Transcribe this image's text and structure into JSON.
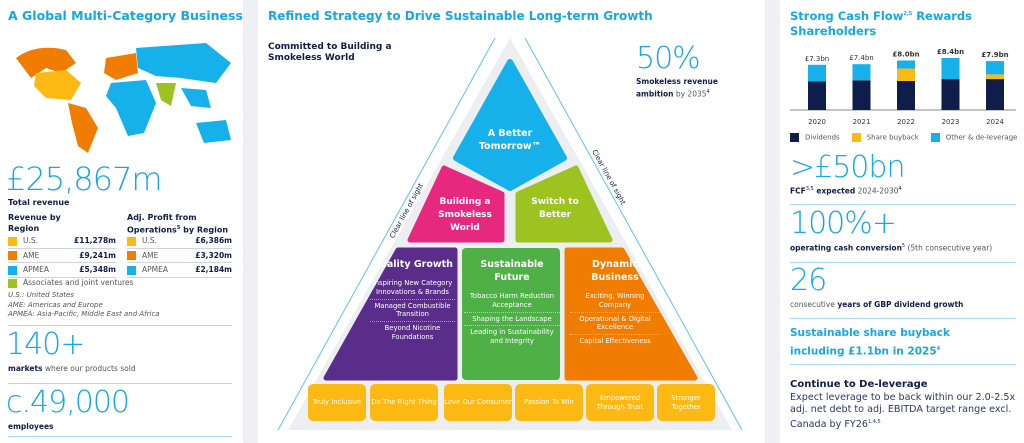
{
  "left": {
    "title": "A Global Multi-Category Business",
    "total_revenue": "£25,867m",
    "total_revenue_label": "Total revenue",
    "revenue_heading": "Revenue by Region",
    "profit_heading": "Adj. Profit from Operations",
    "profit_heading_sup": "5",
    "profit_heading_tail": " by Region",
    "revenue": [
      {
        "region": "U.S.",
        "value": "£11,278m",
        "color": "#fdb913"
      },
      {
        "region": "AME",
        "value": "£9,241m",
        "color": "#f07d00"
      },
      {
        "region": "APMEA",
        "value": "£5,348m",
        "color": "#16b1ea"
      }
    ],
    "profit": [
      {
        "region": "U.S.",
        "value": "£6,386m",
        "color": "#fdb913"
      },
      {
        "region": "AME",
        "value": "£3,320m",
        "color": "#f07d00"
      },
      {
        "region": "APMEA",
        "value": "£2,184m",
        "color": "#16b1ea"
      }
    ],
    "associates": "Associates and joint ventures",
    "associates_color": "#9cc31f",
    "notes": [
      "U.S.: United States",
      "AME: Americas and Europe",
      "APMEA: Asia-Pacific, Middle East and Africa"
    ],
    "markets_value": "140+",
    "markets_bold": "markets",
    "markets_rest": " where our products sold",
    "employees_value": "c.49,000",
    "employees_label": "employees"
  },
  "center": {
    "title": "Refined Strategy to Drive Sustainable Long-term Growth",
    "commit": "Committed to Building a Smokeless World",
    "pct": "50%",
    "pct_bold": "Smokeless revenue ambition",
    "pct_rest": " by 2035",
    "pct_sup": "4",
    "line_of_sight": "Clear line of sight",
    "apex": "A Better Tomorrow™",
    "left_mid": "Building a Smokeless World",
    "right_mid": "Switch to Better",
    "pillars": [
      {
        "title": "Quality Growth",
        "items": [
          "Inspiring New Category Innovations & Brands",
          "Managed Combustible Transition",
          "Beyond Nicotine Foundations"
        ]
      },
      {
        "title": "Sustainable Future",
        "items": [
          "Tobacco Harm Reduction Acceptance",
          "Shaping the Landscape",
          "Leading in Sustainability and Integrity"
        ]
      },
      {
        "title": "Dynamic Business",
        "items": [
          "Exciting, Winning Company",
          "Operational & Digital Excellence",
          "Capital Effectiveness"
        ]
      }
    ],
    "values": [
      "Truly Inclusive",
      "Do The Right Thing",
      "Love Our Consumer",
      "Passion To Win",
      "Empowered Through Trust",
      "Stronger Together"
    ]
  },
  "right": {
    "title": "Strong Cash Flow",
    "title_sup": "2,5",
    "title_tail": " Rewards Shareholders",
    "fcf_value": ">£50bn",
    "fcf_label": "FCF",
    "fcf_sup": "3,5",
    "fcf_bold": " expected",
    "fcf_rest": " 2024-2030",
    "fcf_sup2": "4",
    "conv_value": "100%+",
    "conv_bold": "operating cash conversion",
    "conv_sup": "5",
    "conv_rest": " (5th consecutive year)",
    "div_value": "26",
    "div_rest": "consecutive ",
    "div_bold": "years of GBP dividend growth",
    "buyback": "Sustainable share buyback including £1.1bn in 2025",
    "buyback_sup": "4",
    "delev_title": "Continue to De-leverage",
    "delev_text": "Expect leverage to be back within our 2.0-2.5x adj. net debt to adj. EBITDA target range excl. Canada by FY26",
    "delev_sup": "1,4,5"
  },
  "chart_data": {
    "type": "bar",
    "stacked": true,
    "categories": [
      "2020",
      "2021",
      "2022",
      "2023",
      "2024"
    ],
    "totals": [
      "£7.3bn",
      "£7.4bn",
      "£8.0bn",
      "£8.4bn",
      "£7.9bn"
    ],
    "series": [
      {
        "name": "Dividends",
        "color": "#0e1d4a",
        "values": [
          4.6,
          4.8,
          4.7,
          5.0,
          5.0
        ]
      },
      {
        "name": "Share buyback",
        "color": "#fdb913",
        "values": [
          0,
          0,
          2.0,
          0,
          0.75
        ]
      },
      {
        "name": "Other & de-leverage",
        "color": "#16b1ea",
        "values": [
          2.7,
          2.6,
          1.3,
          3.4,
          2.15
        ]
      }
    ],
    "ylim": [
      0,
      8.4
    ],
    "legend": "bottom"
  }
}
